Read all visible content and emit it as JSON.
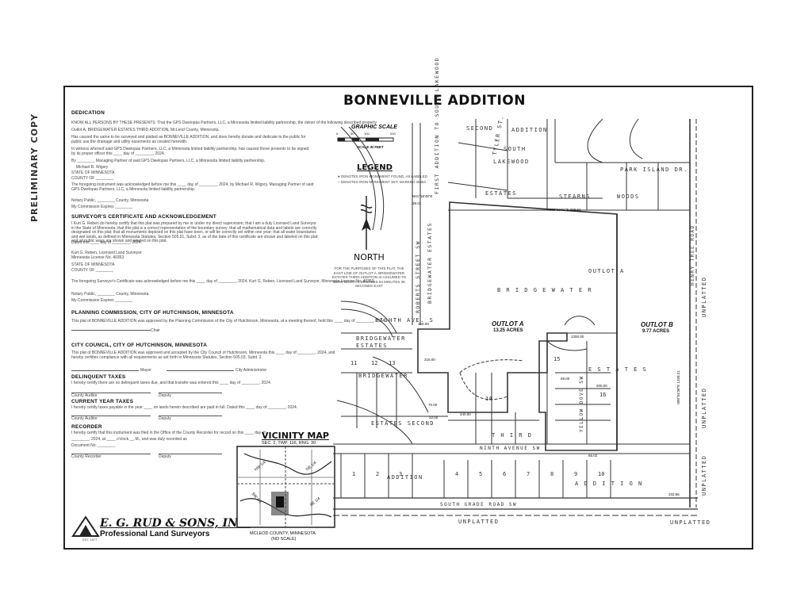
{
  "stamp": "PRELIMINARY COPY",
  "title": "BONNEVILLE ADDITION",
  "left_panel": {
    "dedication": {
      "heading": "DEDICATION",
      "line1": "KNOW ALL PERSONS BY THESE PRESENTS: That the GPS Dwelopas Partners, LLC, a Minnesota limited liability partnership, the owner of the following described property",
      "line2": "Outlot A, BRIDGEWATER ESTATES THIRD ADDITION, McLeod County, Minnesota.",
      "line3": "Has caused the same to be surveyed and platted as BONNEVILLE ADDITION, and does hereby donate and dedicate to the public for public use the drainage and utility easements as created herewith.",
      "line4": "In witness whereof said GPS Dwelopas Partners, LLC, a Minnesota limited liability partnership, has caused these presents to be signed by its proper officer this ____ day of ________, 2024.",
      "line5": "By ________ Managing Partner of said GPS Dwelopas Partners, LLC, a Minnesota limited liability partnership.",
      "signer": "Michael R. Wigsry",
      "state": "STATE OF MINNESOTA",
      "county": "COUNTY OF ________",
      "ack": "The foregoing instrument was acknowledged before me this ____ day of ________, 2024, by Michael R. Wigsry, Managing Partner of said GPS Dwelopas Partners, LLC, a Minnesota limited liability partnership.",
      "notary": "Notary Public, ________ County, Minnesota",
      "commission": "My Commission Expires ________"
    },
    "surveyor": {
      "heading": "SURVEYOR'S CERTIFICATE AND ACKNOWLEDGEMENT",
      "text": "I Kurt G. Reben do hereby certify that this plat was prepared by me or under my direct supervision; that I am a duly Licensed Land Surveyor in the State of Minnesota; that this plat is a correct representation of the boundary survey; that all mathematical data and labels are correctly designated on this plat; that all monuments depicted on this plat have been, or will be correctly set within one year; that all water boundaries and wet lands, as defined in Minnesota Statutes, Section 505.01, Subd. 3, as of the date of this certificate are shown and labeled on this plat; and all public ways are shown and labeled on this plat.",
      "dated": "Dated this ____ day of ________, 2024.",
      "name": "Kurt G. Reben, Licensed Land Surveyor",
      "license": "Minnesota License No. 40353",
      "state": "STATE OF MINNESOTA",
      "county": "COUNTY OF ________",
      "ack": "The foregoing Surveyor's Certificate was acknowledged before me this ____ day of ________, 2024, Kurt G. Reben, Licensed Land Surveyor, Minnesota License No. 40353.",
      "notary": "Notary Public, ________ County, Minnesota",
      "commission": "My Commission Expires ________"
    },
    "planning": {
      "heading": "PLANNING COMMISSION, CITY OF HUTCHINSON, MINNESOTA",
      "text": "This plat of BONNEVILLE ADDITION was approved by the Planning Commission of the City of Hutchinson, Minnesota, at a meeting thereof, held this ____ day of ________, 2024.",
      "chair": "Chair"
    },
    "council": {
      "heading": "CITY COUNCIL, CITY OF HUTCHINSON, MINNESOTA",
      "text": "This plat of BONNEVILLE ADDITION was approved and accepted by the City Council of Hutchinson, Minnesota this ____ day of ________, 2024, and hereby certifies compliance with all requirements as set forth in Minnesota Statutes, Section 505.03, Subd. 2.",
      "mayor": "Mayor",
      "admin": "City Administrator"
    },
    "delinquent": {
      "heading": "DELINQUENT TAXES",
      "text": "I hereby certify there are no delinquent taxes due, and that transfer was entered this ____ day of ________, 2024.",
      "auditor": "County Auditor",
      "deputy": "Deputy"
    },
    "current": {
      "heading": "CURRENT YEAR TAXES",
      "text": "I hereby certify taxes payable in the year ____ on lands herein described are paid in full. Dated this ____ day of ________, 2024.",
      "auditor": "County Auditor",
      "deputy": "Deputy"
    },
    "recorder": {
      "heading": "RECORDER",
      "text1": "I hereby certify that this instrument was filed in the Office of the County Recorder for record on this ____ day of",
      "text2": "________, 2024, at ____ o'clock __.M., and was duly recorded as",
      "text3": "Document No. ________",
      "recorder": "County Recorder",
      "deputy": "Deputy"
    }
  },
  "scale": {
    "title": "GRAPHIC SCALE",
    "ticks": [
      "0",
      "50",
      "100",
      "200"
    ],
    "units": "SCALE IN FEET"
  },
  "legend": {
    "title": "LEGEND",
    "item1": "DENOTES IRON MONUMENT FOUND, AS LABELED",
    "item2": "DENOTES IRON MONUMENT SET, MARKED 40353"
  },
  "north": {
    "label": "NORTH",
    "note": "FOR THE PURPOSES OF THIS PLAT, THE EAST LINE OF OUTLOT A, BRIDGEWATER ESTATES THIRD ADDITION IS ASSUMED TO BEAR SOUTH 0 DEGREES 04 MINUTES 38 SECONDS EAST"
  },
  "vicinity": {
    "title": "VICINITY MAP",
    "subtitle": "SEC. 2, TWP. 116, RNG. 30",
    "county": "MCLEOD COUNTY, MINNESOTA",
    "noscale": "(NO SCALE)",
    "labels": [
      "NE 1/4",
      "SE 1/4",
      "SW 1/4",
      "NW 1/4"
    ]
  },
  "firm": {
    "name": "E. G. RUD & SONS, INC.",
    "tagline": "Professional Land Surveyors",
    "est": "EST. 1977"
  },
  "map": {
    "streets": {
      "roberts": "ROBERTS STREET SW",
      "park_island": "PARK ISLAND DR.",
      "ninth": "NINTH AVENUE SW",
      "south_grade": "SOUTH GRADE ROAD SW",
      "yellow_dove": "YELLOW DOVE SW",
      "eighth": "EIGHTH AVE. S",
      "hwy": "HENRY TREE ROAD",
      "tyler": "TYLER ST."
    },
    "subdivisions": {
      "bridgewater_n": "BRIDGEWATER ESTATES",
      "bridgewater_label": "B R I D G E W A T E R",
      "bridgewater_estates": "BRIDGEWATER ESTATES",
      "bridgewater_s": "BRIDGEWATER",
      "estates": "E S T A T E S",
      "estates_second": "ESTATES SECOND",
      "third": "T H I R D",
      "addition": "ADDITION",
      "addition2": "A D D I T I O N",
      "second": "SECOND",
      "lakewood": "LAKEWOOD",
      "south": "SOUTH",
      "first_addition": "FIRST ADDITION TO SOUTH LAKEWOOD",
      "estates_n": "ESTATES",
      "stearns": "STEARNS",
      "woods": "WOODS",
      "unplatted": "UNPLATTED"
    },
    "outlots": {
      "a_top": "OUTLOT A",
      "a_label": "OUTLOT A",
      "a_area": "13.25 ACRES",
      "b_label": "OUTLOT B",
      "b_area": "9.77 ACRES"
    },
    "bearings": {
      "top": "N89°29'06\"E 990.61",
      "left": "N01°18'49\"E",
      "east": "S00°04'38\"E 1328.21",
      "bottom": "333.66",
      "b1": "150.00",
      "b2": "215.00",
      "b3": "1300.00",
      "b4": "440.00",
      "b5": "29.01",
      "b6": "70.00",
      "b7": "59.00",
      "b8": "22.00",
      "b9": "66.02",
      "b10": "200.00"
    },
    "lots": [
      "1",
      "2",
      "3",
      "4",
      "5",
      "6",
      "7",
      "8",
      "9",
      "10",
      "11",
      "12",
      "13",
      "14",
      "15",
      "16"
    ]
  }
}
